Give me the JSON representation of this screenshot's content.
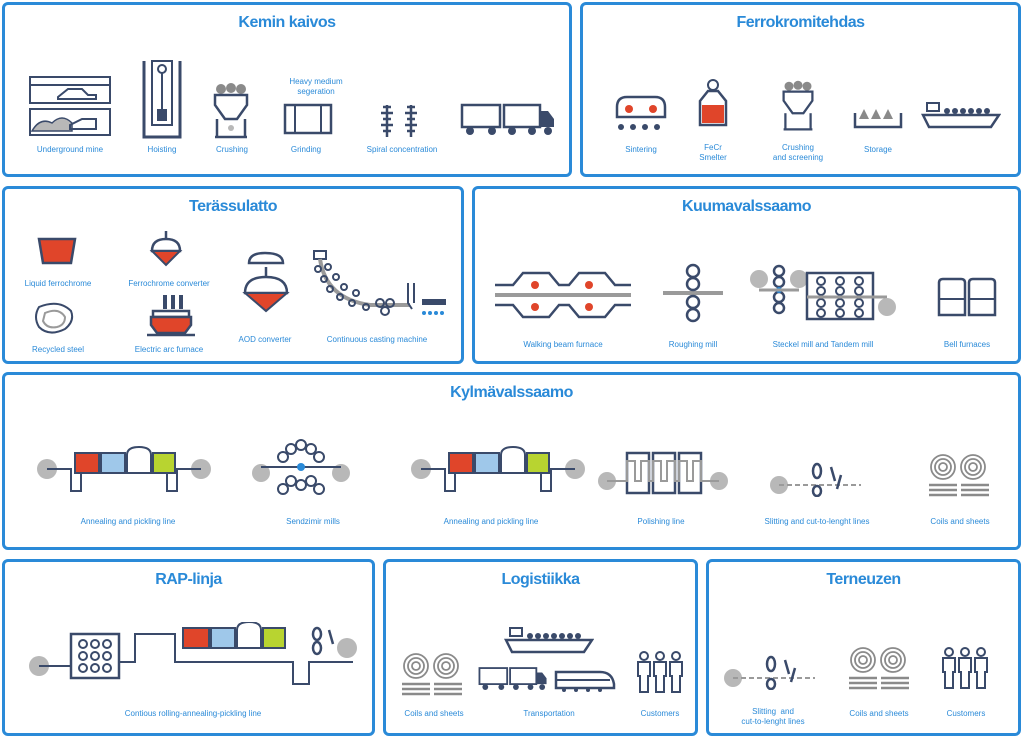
{
  "panels": {
    "kemi": {
      "title": "Kemin kaivos",
      "labels": {
        "underground": "Underground mine",
        "hoisting": "Hoisting",
        "crushing": "Crushing",
        "heavy_medium": "Heavy medium\nsegeration",
        "grinding": "Grinding",
        "spiral": "Spiral  concentration"
      }
    },
    "ferro": {
      "title": "Ferrokromitehdas",
      "labels": {
        "sintering": "Sintering",
        "fecr": "FeCr\nSmelter",
        "crushing_screening": "Crushing\nand screening",
        "storage": "Storage"
      }
    },
    "teras": {
      "title": "Terässulatto",
      "labels": {
        "liquid": "Liquid ferrochrome",
        "converter": "Ferrochrome converter",
        "aod": "AOD converter",
        "casting": "Continuous casting machine",
        "recycled": "Recycled steel",
        "eaf": "Electric arc furnace"
      }
    },
    "kuuma": {
      "title": "Kuumavalssaamo",
      "labels": {
        "walking": "Walking beam furnace",
        "roughing": "Roughing mill",
        "steckel": "Steckel mill and Tandem mill",
        "bell": "Bell furnaces"
      }
    },
    "kylma": {
      "title": "Kylmävalssaamo",
      "labels": {
        "anneal1": "Annealing  and pickling line",
        "sendzimir": "Sendzimir mills",
        "anneal2": "Annealing  and pickling line",
        "polishing": "Polishing  line",
        "slitting": "Slitting  and cut-to-lenght lines",
        "coils": "Coils and sheets"
      }
    },
    "rap": {
      "title": "RAP-linja",
      "labels": {
        "contious": "Contious rolling-annealing-pickling  line"
      }
    },
    "logistiikka": {
      "title": "Logistiikka",
      "labels": {
        "coils": "Coils and sheets",
        "transport": "Transportation",
        "customers": "Customers"
      }
    },
    "terneuzen": {
      "title": "Terneuzen",
      "labels": {
        "slitting": "Slitting  and\ncut-to-lenght lines",
        "coils": "Coils and sheets",
        "customers": "Customers"
      }
    }
  },
  "colors": {
    "border": "#2a8ad8",
    "icon": "#3a4a6a",
    "accent_red": "#e0452a",
    "accent_green": "#b8d430",
    "accent_light": "#9fc8ea",
    "grey": "#9a9a9a"
  }
}
